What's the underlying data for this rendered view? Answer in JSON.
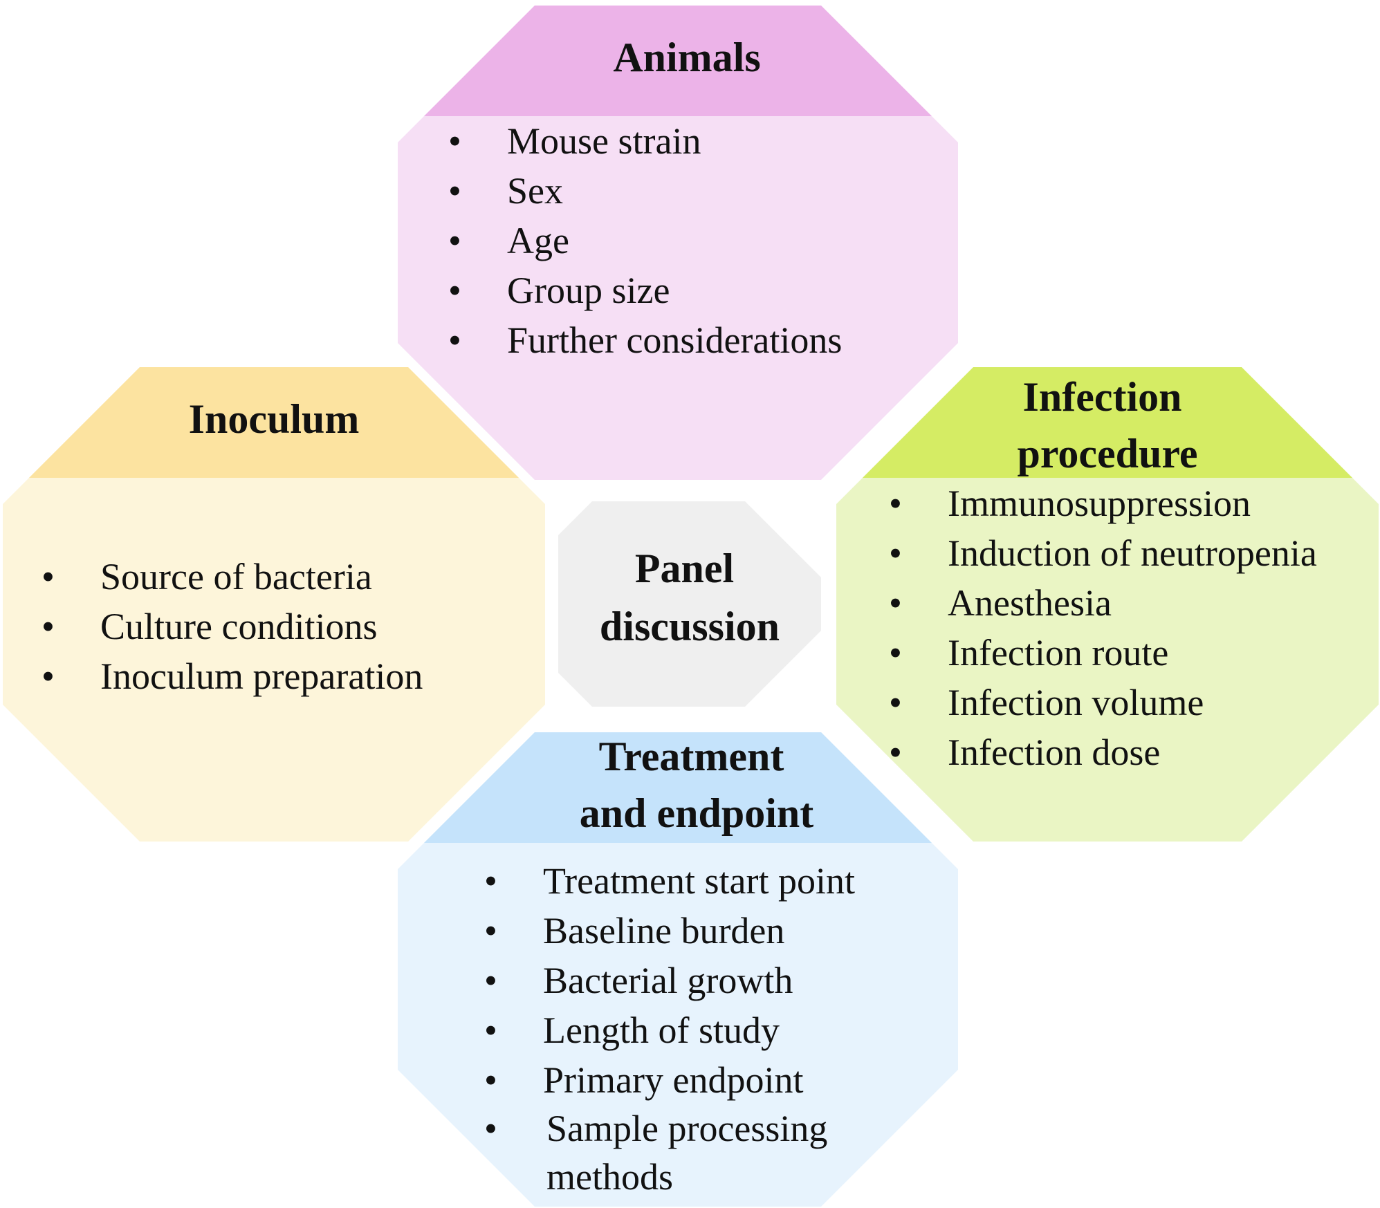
{
  "center": {
    "title_lines": [
      "Panel",
      "discussion"
    ],
    "color": "#efefef"
  },
  "panels": {
    "animals": {
      "title_lines": [
        "Animals"
      ],
      "items": [
        "Mouse strain",
        "Sex",
        "Age",
        "Group size",
        "Further considerations"
      ],
      "header_color": "#ecb3e8",
      "body_color": "#f6dff5"
    },
    "inoculum": {
      "title_lines": [
        "Inoculum"
      ],
      "items": [
        "Source of bacteria",
        "Culture conditions",
        "Inoculum preparation"
      ],
      "header_color": "#fce3a0",
      "body_color": "#fdf5da"
    },
    "infection": {
      "title_lines": [
        "Infection",
        "procedure"
      ],
      "items": [
        "Immunosuppression",
        "Induction of neutropenia",
        "Anesthesia",
        "Infection route",
        "Infection volume",
        "Infection dose"
      ],
      "header_color": "#d5ec64",
      "body_color": "#eaf5c4"
    },
    "treatment": {
      "title_lines": [
        "Treatment",
        "and endpoint"
      ],
      "items": [
        "Treatment start point",
        "Baseline burden",
        "Bacterial growth",
        "Length of study",
        "Primary endpoint",
        "Sample processing methods"
      ],
      "header_color": "#c5e3fb",
      "body_color": "#e7f3fd"
    }
  }
}
